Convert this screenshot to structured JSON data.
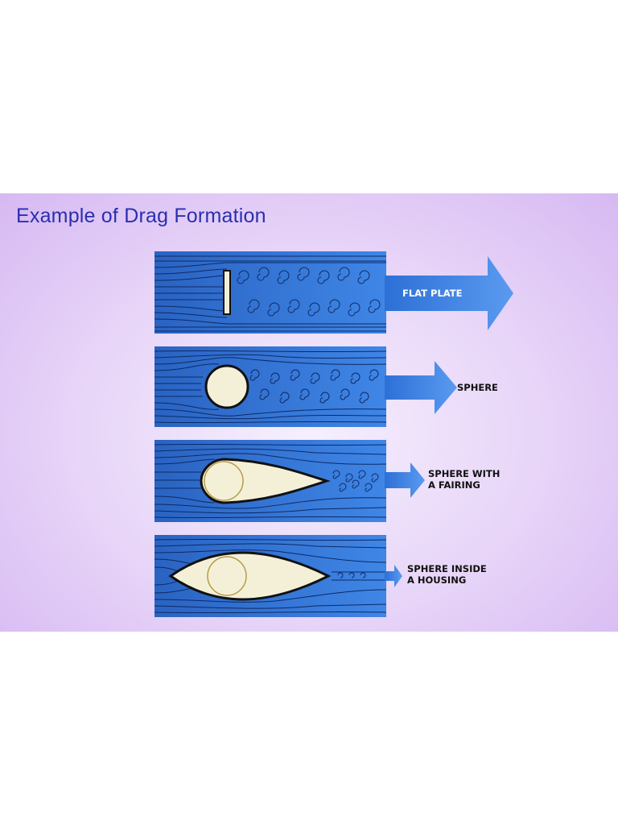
{
  "slide": {
    "title": "Example of Drag Formation",
    "colors": {
      "background": "#e3ccf7",
      "title": "#2a2fb0",
      "flow_blue": "#2f6fd0",
      "arrow_blue": "#3b7fe0"
    }
  },
  "panels": [
    {
      "label_line1": "FLAT PLATE",
      "label_line2": ""
    },
    {
      "label_line1": "SPHERE",
      "label_line2": ""
    },
    {
      "label_line1": "SPHERE WITH",
      "label_line2": "A FAIRING"
    },
    {
      "label_line1": "SPHERE INSIDE",
      "label_line2": "A HOUSING"
    }
  ]
}
